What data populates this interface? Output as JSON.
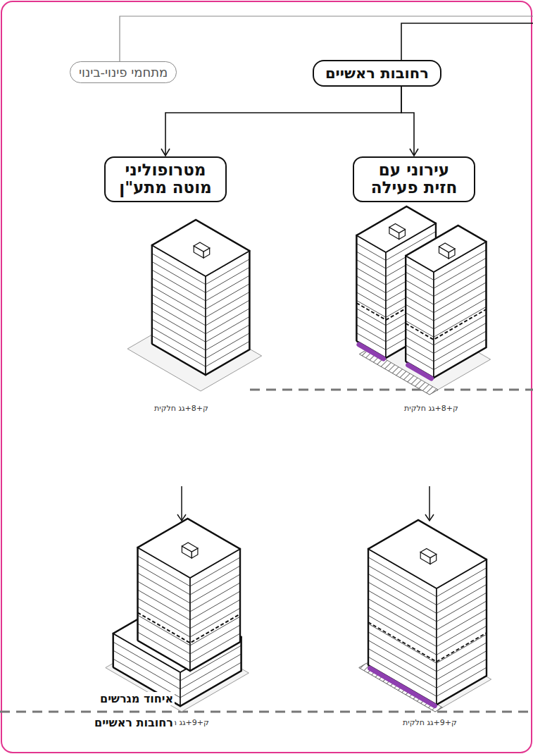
{
  "diagram": {
    "nodes": [
      {
        "text": [
          "רחובות ראשיים"
        ]
      },
      {
        "text": [
          "מתחמי פינוי-בינוי"
        ]
      },
      {
        "text": [
          "עירוני עם חזית פעילה"
        ]
      },
      {
        "text": [
          "מטרופוליני מוטה מתע\"ן"
        ]
      }
    ],
    "edges": [
      {
        "from": 0,
        "to": 2,
        "arrow": "to"
      },
      {
        "from": 0,
        "to": 3,
        "arrow": "to"
      }
    ],
    "labels": [
      "ק+8+גג חלקית",
      "ק+8+גג חלקית",
      "ק+9+גג חלקית",
      "ק+9+גג חלקית",
      "איחוד מגרשים",
      "רחובות ראשיים"
    ]
  }
}
